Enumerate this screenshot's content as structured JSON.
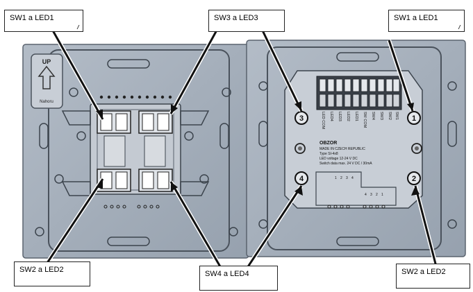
{
  "callouts": {
    "top_left": "SW1 a LED1",
    "top_center": "SW3 a LED3",
    "top_right": "SW1 a LED1",
    "bottom_left": "SW2 a LED2",
    "bottom_center": "SW4 a LED4",
    "bottom_right": "SW2 a LED2"
  },
  "front_plate": {
    "up_label": "UP",
    "nahoru_label": "Nahoru"
  },
  "rear_plate": {
    "terminal_markers": [
      "1",
      "2",
      "3",
      "4"
    ],
    "brand": "OBZOR",
    "made_in": "MADE IN CZECH REPUBLIC",
    "type_line": "Type SI-4x8",
    "led_voltage": "LED voltage 12-24 V DC",
    "switch_rating": "Switch data max. 24 V DC / 30mA",
    "terminal_labels": [
      "LED COM",
      "LED4",
      "LED3",
      "LED2",
      "LED1",
      "SW COM",
      "SW4",
      "SW3",
      "SW2",
      "SW1"
    ],
    "bottom_numbers_top": [
      "1",
      "2",
      "3",
      "4"
    ],
    "bottom_numbers_side": [
      "4",
      "3",
      "2",
      "1"
    ]
  },
  "colors": {
    "plate_fill": "#a3adb9",
    "plate_border": "#4a525c",
    "switch_fill": "#d7dbe0",
    "background": "#ffffff"
  }
}
